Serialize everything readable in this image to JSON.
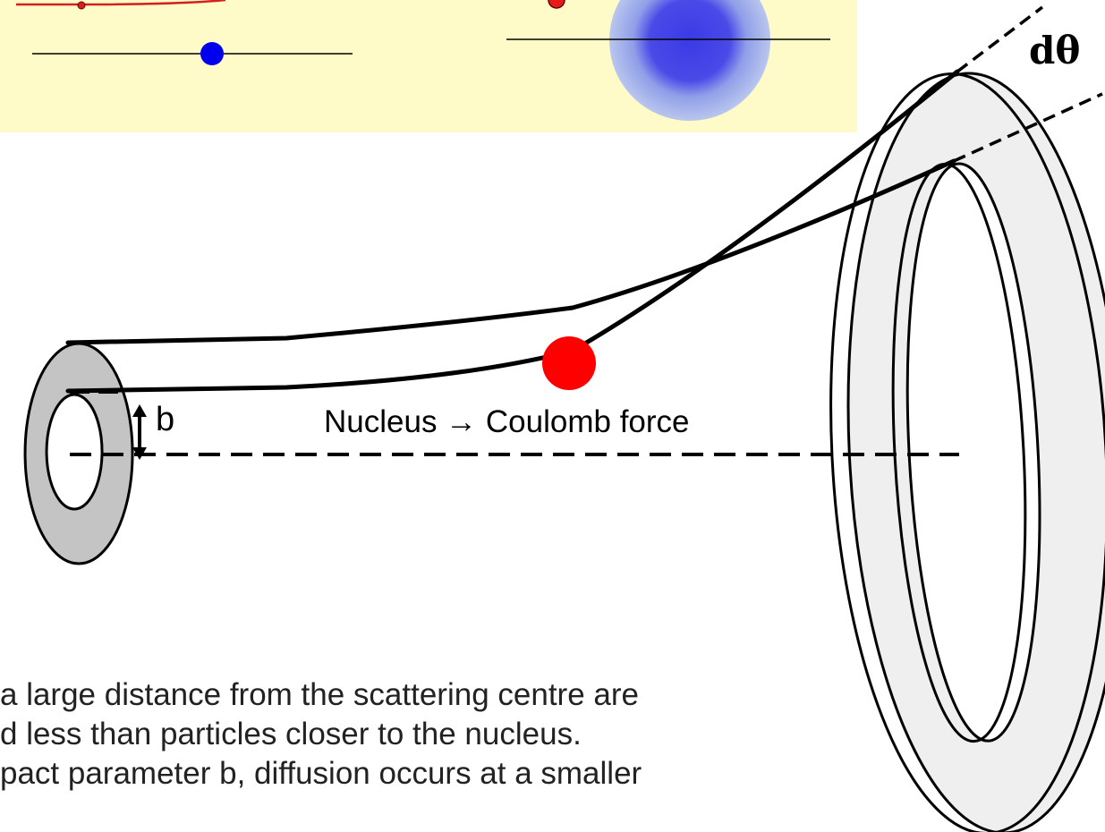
{
  "labels": {
    "impact_parameter": "b",
    "nucleus_label": "Nucleus → Coulomb force",
    "angle_label": "dθ"
  },
  "caption_lines": [
    "a large distance from the scattering centre are",
    "d less than particles closer to the nucleus.",
    "pact parameter b, diffusion occurs at a smaller"
  ],
  "colors": {
    "panel_background": "#fefbc8",
    "nucleus": "#ff0000",
    "incoming_particle": "#0000ee",
    "trajectory": "#000000",
    "outgoing_ring_fill": "#efefef",
    "incoming_ring_fill": "#c4c4c4"
  },
  "icons": {
    "nucleus": "red-dot",
    "small_particle": "blue-dot",
    "diffuse_nucleus": "blurred-blue-circle"
  }
}
